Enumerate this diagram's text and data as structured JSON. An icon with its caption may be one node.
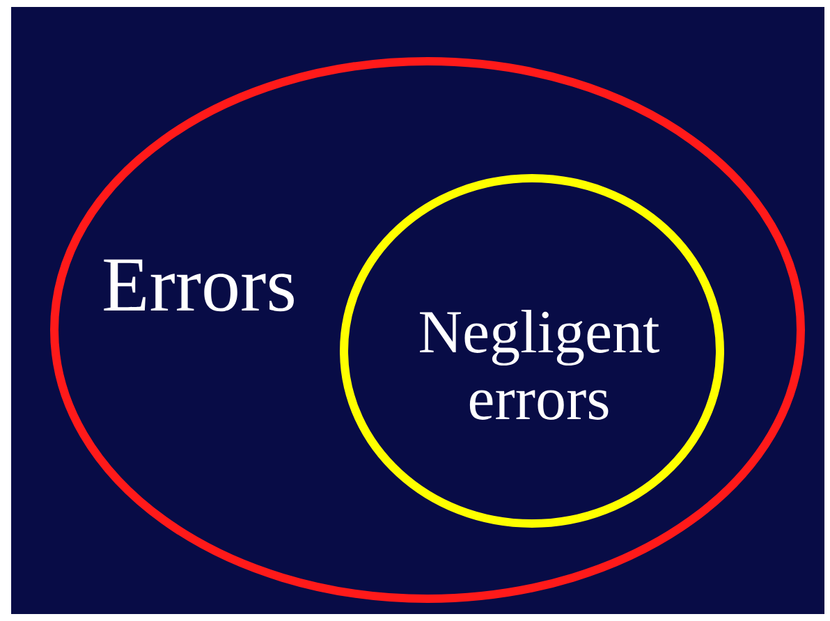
{
  "diagram": {
    "nodes": [
      {
        "text": [
          "Errors"
        ]
      },
      {
        "text": [
          "Negligent errors"
        ],
        "in": 0
      }
    ]
  }
}
